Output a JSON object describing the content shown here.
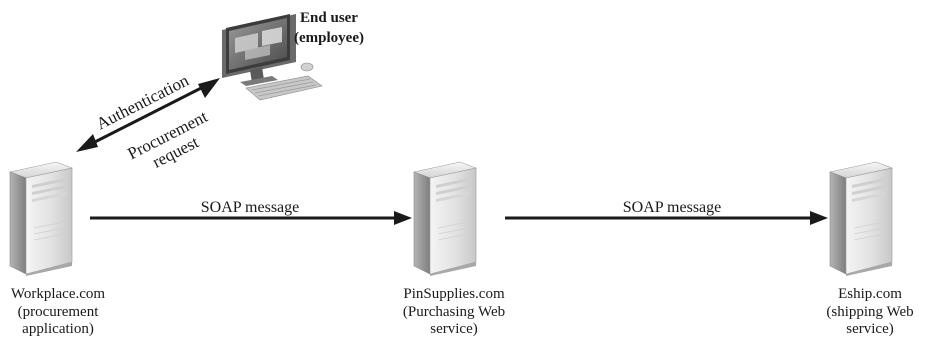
{
  "end_user": {
    "line1": "End user",
    "line2": "(employee)"
  },
  "link_user": {
    "label_top": "Authentication",
    "label_bottom_1": "Procurement",
    "label_bottom_2": "request"
  },
  "message_1": "SOAP message",
  "message_2": "SOAP message",
  "nodes": {
    "workplace": [
      "Workplace.com",
      "(procurement",
      "application)"
    ],
    "pinsupplies": [
      "PinSupplies.com",
      "(Purchasing Web",
      "service)"
    ],
    "eship": [
      "Eship.com",
      "(shipping Web",
      "service)"
    ]
  },
  "colors": {
    "arrow": "#1a1a1a",
    "server_light": "#e9e9e9",
    "server_mid": "#bdbdbd",
    "server_dark": "#8c8c8c"
  }
}
